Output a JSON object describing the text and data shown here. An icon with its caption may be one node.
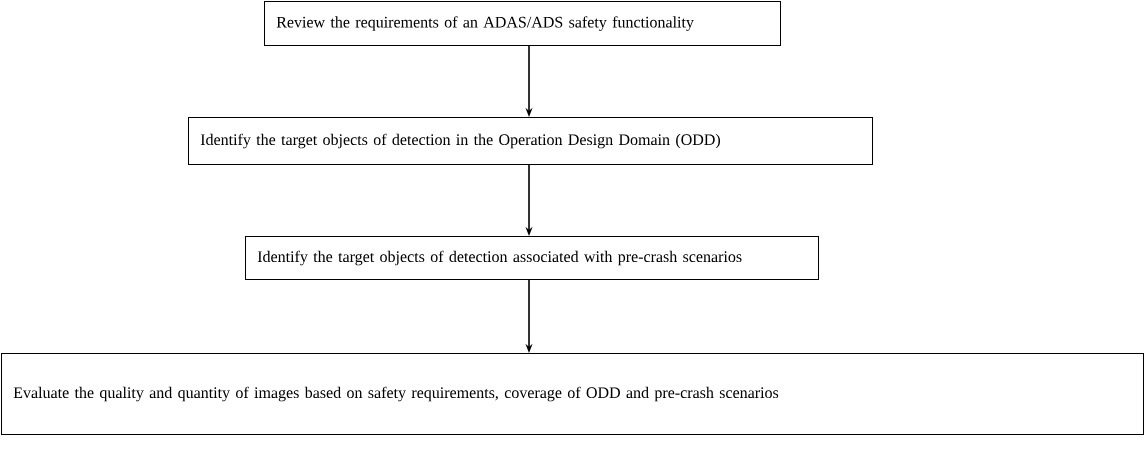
{
  "diagram": {
    "nodes": [
      {
        "text": [
          "Review the requirements of an ADAS/ADS safety functionality"
        ]
      },
      {
        "text": [
          "Identify the target objects of detection in the Operation Design Domain (ODD)"
        ]
      },
      {
        "text": [
          "Identify the target objects of detection associated with pre-crash scenarios"
        ]
      },
      {
        "text": [
          "Evaluate the quality and quantity of images based on safety requirements, coverage of ODD and pre-crash scenarios"
        ]
      }
    ],
    "edges": [
      {
        "from": 0,
        "to": 1,
        "arrow": "to"
      },
      {
        "from": 1,
        "to": 2,
        "arrow": "to"
      },
      {
        "from": 2,
        "to": 3,
        "arrow": "to"
      }
    ]
  }
}
